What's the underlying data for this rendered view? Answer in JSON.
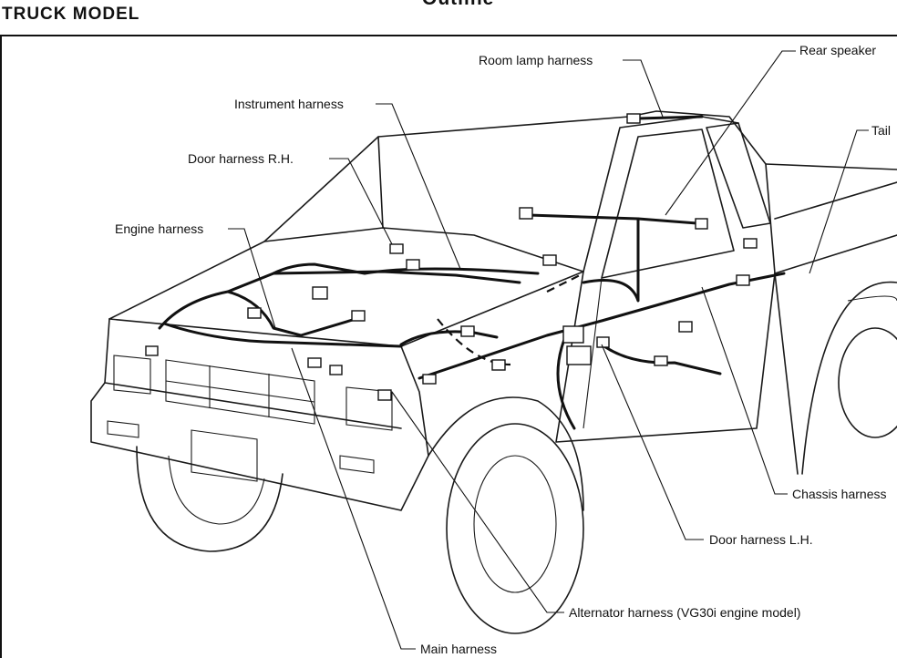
{
  "page": {
    "section_title": "TRUCK MODEL",
    "title": "Outline"
  },
  "labels": {
    "room_lamp": "Room lamp harness",
    "rear_speaker": "Rear speaker",
    "instrument": "Instrument harness",
    "tail": "Tail",
    "door_rh": "Door harness R.H.",
    "engine": "Engine harness",
    "chassis": "Chassis harness",
    "door_lh": "Door harness L.H.",
    "alternator": "Alternator harness (VG30i engine model)",
    "main": "Main harness"
  }
}
